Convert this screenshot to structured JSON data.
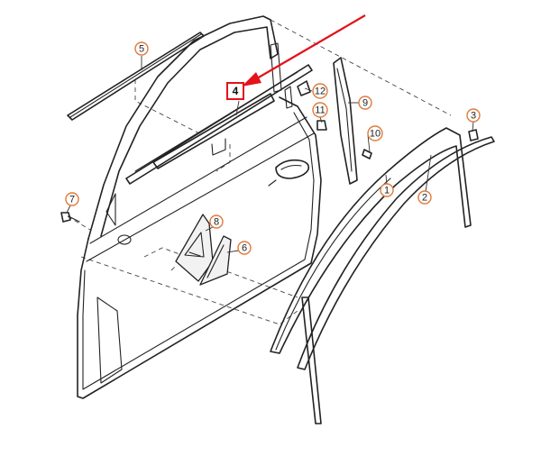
{
  "diagram": {
    "colors": {
      "callout_ring": "#e07a3a",
      "highlight": "#e3121b",
      "line": "#222222",
      "background": "#ffffff"
    },
    "callouts": [
      {
        "id": "c1",
        "label": "1"
      },
      {
        "id": "c2",
        "label": "2"
      },
      {
        "id": "c3",
        "label": "3"
      },
      {
        "id": "c5",
        "label": "5"
      },
      {
        "id": "c6",
        "label": "6"
      },
      {
        "id": "c7",
        "label": "7"
      },
      {
        "id": "c8",
        "label": "8"
      },
      {
        "id": "c9",
        "label": "9"
      },
      {
        "id": "c10",
        "label": "10"
      },
      {
        "id": "c11",
        "label": "11"
      },
      {
        "id": "c12",
        "label": "12"
      }
    ],
    "highlighted_part": {
      "label": "4"
    }
  }
}
